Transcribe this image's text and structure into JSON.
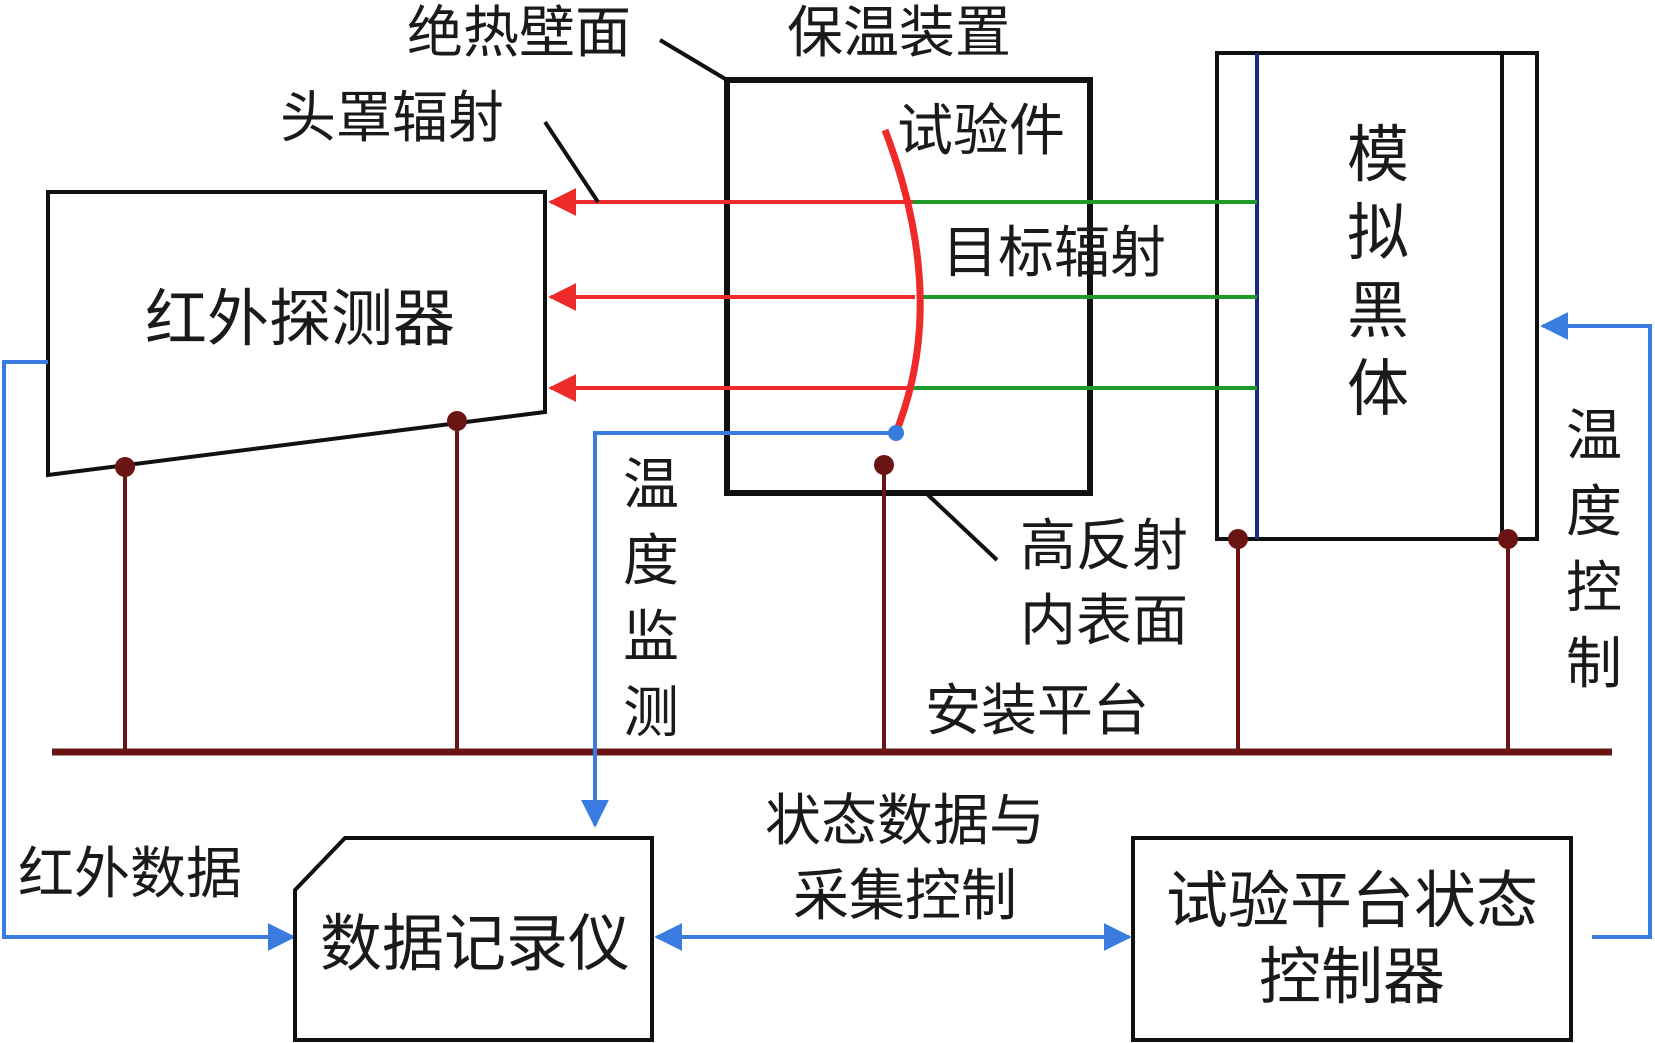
{
  "labels": {
    "insulated_wall": "绝热壁面",
    "insulation_device": "保温装置",
    "hood_radiation": "头罩辐射",
    "test_piece": "试验件",
    "target_radiation": "目标辐射",
    "ir_detector": "红外探测器",
    "simulated_blackbody": [
      "模",
      "拟",
      "黑",
      "体"
    ],
    "temp_monitoring": [
      "温",
      "度",
      "监",
      "测"
    ],
    "temp_control": [
      "温",
      "度",
      "控",
      "制"
    ],
    "high_reflect_line1": "高反射",
    "high_reflect_line2": "内表面",
    "mount_platform": "安装平台",
    "ir_data": "红外数据",
    "data_recorder": "数据记录仪",
    "state_data_line1": "状态数据与",
    "state_data_line2": "采集控制",
    "controller_line1": "试验平台状态",
    "controller_line2": "控制器"
  },
  "colors": {
    "frame": "#111111",
    "support": "#6b1414",
    "radiation_red": "#ee2a2a",
    "radiation_green": "#1f9a2a",
    "signal_blue": "#3a7be0",
    "blackbody_inner": "#1a2a8a"
  }
}
